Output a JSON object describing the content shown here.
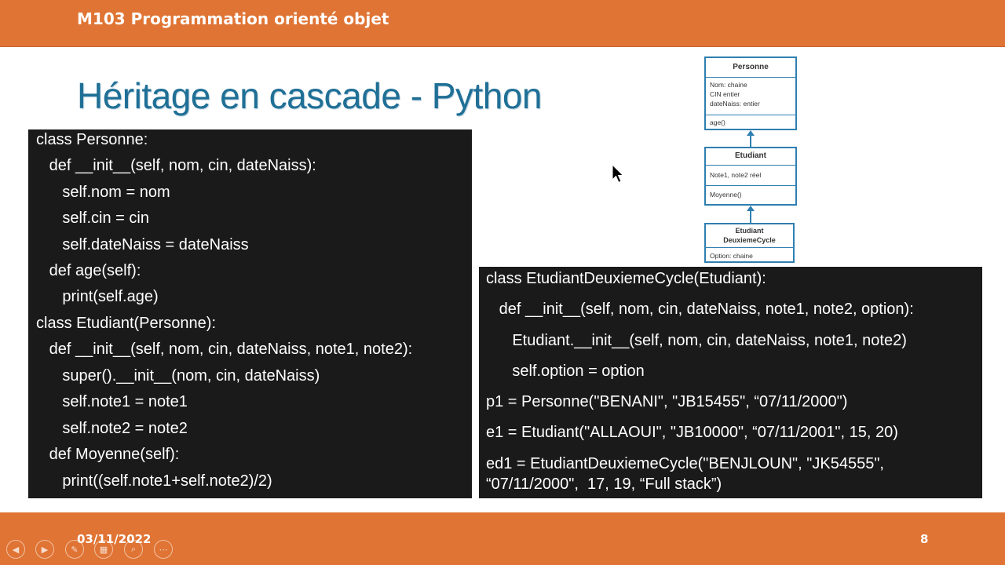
{
  "header": {
    "course_title": "M103 Programmation orienté objet"
  },
  "slide": {
    "title": "Héritage en cascade - Python",
    "code_left": [
      "class Personne:",
      "   def __init__(self, nom, cin, dateNaiss):",
      "      self.nom = nom",
      "      self.cin = cin",
      "      self.dateNaiss = dateNaiss",
      "   def age(self):",
      "      print(self.age)",
      "class Etudiant(Personne):",
      "   def __init__(self, nom, cin, dateNaiss, note1, note2):",
      "      super().__init__(nom, cin, dateNaiss)",
      "      self.note1 = note1",
      "      self.note2 = note2",
      "   def Moyenne(self):",
      "      print((self.note1+self.note2)/2)"
    ],
    "code_right": [
      "class EtudiantDeuxiemeCycle(Etudiant):",
      "   def __init__(self, nom, cin, dateNaiss, note1, note2, option):",
      "      Etudiant.__init__(self, nom, cin, dateNaiss, note1, note2)",
      "      self.option = option",
      "p1 = Personne(\"BENANI\", \"JB15455\", “07/11/2000\")",
      "e1 = Etudiant(\"ALLAOUI\", \"JB10000\", “07/11/2001\", 15, 20)",
      "ed1 = EtudiantDeuxiemeCycle(\"BENJLOUN\", \"JK54555\",",
      "“07/11/2000\",  17, 19, “Full stack”)"
    ],
    "uml": {
      "personne": {
        "name": "Personne",
        "attrs": [
          "Nom: chaine",
          "CIN entier",
          "dateNaiss: entier"
        ],
        "ops": [
          "age()"
        ]
      },
      "etudiant": {
        "name": "Etudiant",
        "attrs": [
          "Note1, note2 réel"
        ],
        "ops": [
          "Moyenne()"
        ]
      },
      "etudiant2": {
        "name_line1": "Etudiant",
        "name_line2": "DeuxiemeCycle",
        "attrs": [
          "Option: chaine"
        ]
      }
    }
  },
  "footer": {
    "date": "03/11/2022",
    "page_number": "8"
  },
  "controls": [
    {
      "icon": "previous-icon",
      "glyph": "◀"
    },
    {
      "icon": "next-icon",
      "glyph": "▶"
    },
    {
      "icon": "pen-icon",
      "glyph": "✎"
    },
    {
      "icon": "slides-grid-icon",
      "glyph": "▦"
    },
    {
      "icon": "zoom-icon",
      "glyph": "⌕"
    },
    {
      "icon": "more-options-icon",
      "glyph": "⋯"
    }
  ],
  "colors": {
    "accent_orange": "#e07434",
    "title_blue": "#1f6f96",
    "code_bg": "#1a1a1a",
    "uml_blue": "#2f7fb0"
  }
}
